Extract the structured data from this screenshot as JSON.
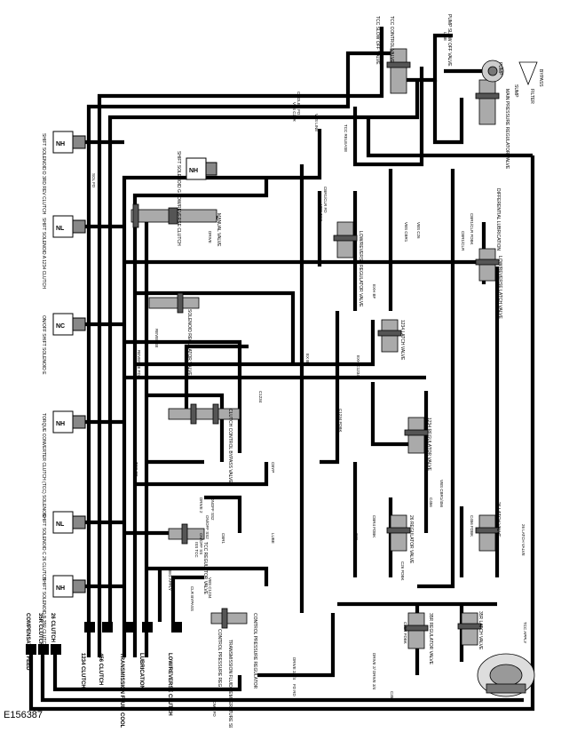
{
  "figure_id": "E156387",
  "components": {
    "solenoids": [
      {
        "type": "NH",
        "label": "SHIFT SOLENOID D 3RD REV CLUTCH"
      },
      {
        "type": "NL",
        "label": "SHIFT SOLENOID A 1234 CLUTCH"
      },
      {
        "type": "NC",
        "label": "ON/OFF SHIFT SOLENOID E"
      },
      {
        "type": "NH",
        "label": "TORQUE CONVERTER CLUTCH (TCC) SOLENOID"
      },
      {
        "type": "NL",
        "label": "SHIFT SOLENOID C 26 CLUTCH"
      },
      {
        "type": "NH",
        "label": "SHIFT SOLENOID B 35R CLUTCH"
      },
      {
        "type": "NH",
        "label": "SHIFT SOLENOID G LOW/REVERSE CLUTCH"
      }
    ],
    "valves": [
      "TCC SLOW OFF VALVE",
      "TCC CONTROL VALVE",
      "PUMP SLOW OFF VALVE",
      "MAIN PRESSURE REGULATOR VALVE",
      "MANUAL VALVE",
      "SOLENOID REGULATOR VALVE",
      "LOW/REVERSE REGULATOR VALVE",
      "DIFFERENTIAL LUBRICATION",
      "LOW/REVERSE LATCH VALVE",
      "1234 LATCH VALVE",
      "CLUTCH CONTROL BYPASS VALVE",
      "1234 REGULATOR VALVE",
      "26 REGULATOR VALVE",
      "26 LATCH VALVE",
      "TCC REGULATOR VALVE",
      "CONTROL PRESSURE REGULATOR",
      "35R REGULATOR VALVE",
      "35R LATCH VALVE"
    ],
    "misc": [
      "PUMP",
      "FILTER",
      "SUMP",
      "BYPASS",
      "TRANSMISSION FLUID TEMPERATURE SENSOR",
      "CONTROL PRESSURE REG"
    ]
  },
  "outputs": [
    "COMPENSATOR FEED",
    "35R CLUTCH",
    "26 CLUTCH",
    "1234 CLUTCH",
    "456 CLUTCH",
    "TRANSMISSION FLUID COOLER",
    "LUBRICATION",
    "LOW/REVERSE CLUTCH"
  ],
  "passages": [
    "LINE",
    "COOLER FD",
    "VBS C35R",
    "VBS LINE",
    "SOL FD",
    "C35R",
    "EXH BF",
    "VBS C26",
    "CONV FD",
    "VBS TCC",
    "COMP FD",
    "EX BF",
    "C26",
    "CLR BYPASS",
    "TCC RELEASE",
    "TCC APPLY",
    "DRIVE",
    "REVERSE",
    "C1234",
    "CONV CHARGE",
    "VBS C1234",
    "DRIVE 2",
    "ON/OFF SS2",
    "ISS TCC",
    "CBR1/CLR FD",
    "TCC FD",
    "EXH C1234",
    "REG APPLY",
    "CBYP",
    "C456",
    "CBR1/CLR",
    "C1234 FDBK",
    "VBS CBR1",
    "ON/OFF SS",
    "VBS CBR1/456",
    "CBR1/CLR FDBK",
    "DRIVE 2/ DRIVE 3/4",
    "CBR4 FDBK",
    "C26 FDBK",
    "C35R FDBK",
    "C456 FDBK",
    "ONOFF SS2",
    "CBR1",
    "FD RD",
    "LUBE",
    "REVERSE FD",
    "26 LATCH VALVE",
    "DRIVE 2/3/4"
  ]
}
